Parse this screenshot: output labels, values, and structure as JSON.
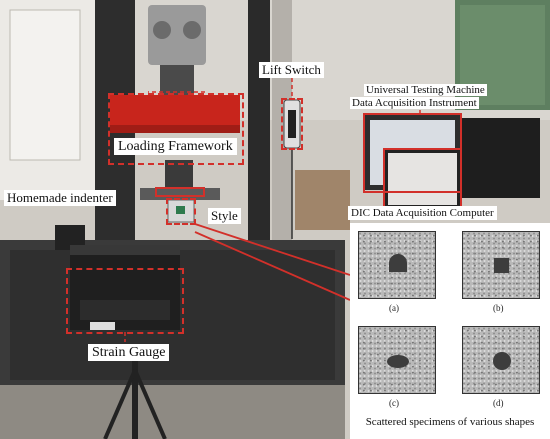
{
  "labels": {
    "lift_switch": "Lift Switch",
    "utm_line1": "Universal Testing Machine",
    "utm_line2": "Data Acquisition Instrument",
    "loading_framework": "Loading Framework",
    "homemade_indenter": "Homemade indenter",
    "style": "Style",
    "dic_computer": "DIC Data Acquisition Computer",
    "strain_gauge": "Strain Gauge"
  },
  "specimens": {
    "captions": [
      "(a)",
      "(b)",
      "(c)",
      "(d)"
    ],
    "hole_shapes": [
      "arch",
      "square",
      "ellipse",
      "circle"
    ],
    "footer": "Scattered specimens of various shapes"
  },
  "colors": {
    "annotation_red": "#d2302a",
    "machine_red": "#c8251c",
    "frame_dark": "#2a2a2a"
  }
}
